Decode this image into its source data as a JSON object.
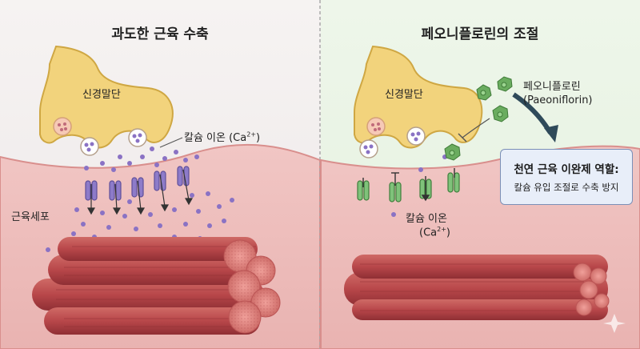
{
  "left_panel": {
    "title": "과도한 근육 수축",
    "nerve_terminal": "신경말단",
    "calcium_label": "칼슘 이온 (Ca",
    "calcium_sup": "2+",
    "calcium_close": ")",
    "muscle_cell": "근육세포"
  },
  "right_panel": {
    "title": "페오니플로린의 조절",
    "nerve_terminal": "신경말단",
    "compound_name": "페오니플로린",
    "compound_latin": "(Paeoniflorin)",
    "calcium_label": "칼슘 이온",
    "calcium_formula": "(Ca",
    "calcium_sup": "2+",
    "calcium_close": ")",
    "callout": {
      "heading": "천연 근육 이완제 역할:",
      "body": "칼슘 유입 조절로 수축 방지"
    }
  },
  "colors": {
    "background": "#f3f0ef",
    "right_background": "#e6f2e1",
    "muscle": "#b8484a",
    "nerve": "#f1d37b",
    "calcium": "#8a72c4",
    "paeoniflorin": "#5fa054"
  }
}
